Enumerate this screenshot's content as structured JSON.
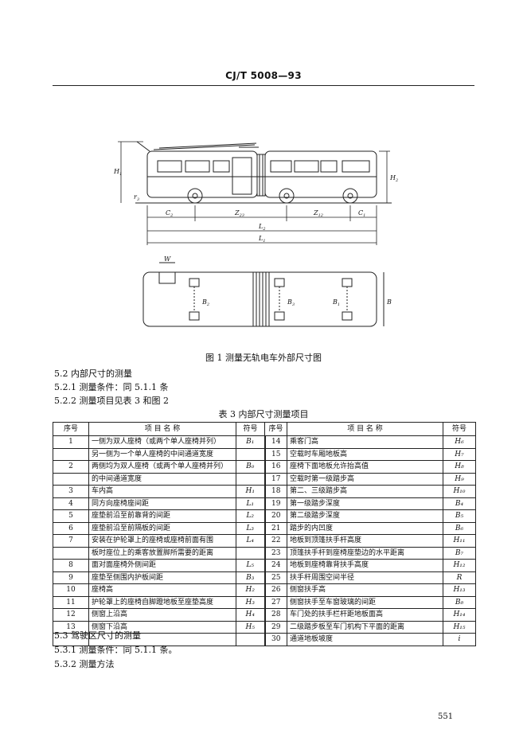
{
  "header": {
    "standard": "CJ/T 5008—93"
  },
  "figure": {
    "caption": "图 1   测量无轨电车外部尺寸图",
    "side_labels": {
      "H1": "H",
      "H1_sub": "1",
      "H2": "H",
      "H2_sub": "2",
      "r3": "r",
      "r3_sub": "3",
      "C2": "C",
      "C2_sub": "2",
      "Z23": "Z",
      "Z23_sub": "23",
      "Z12": "Z",
      "Z12_sub": "12",
      "C1": "C",
      "C1_sub": "1",
      "L2": "L",
      "L2_sub": "2",
      "L1": "L",
      "L1_sub": "1"
    },
    "plan_labels": {
      "W": "W",
      "B2": "B",
      "B2_sub": "2",
      "B3": "B",
      "B3_sub": "3",
      "B1": "B",
      "B1_sub": "1",
      "B": "B"
    }
  },
  "sections": {
    "s52": "5.2   内部尺寸的测量",
    "s521": "5.2.1   测量条件：同 5.1.1 条",
    "s522": "5.2.2   测量项目见表 3 和图 2",
    "s53": "5.3   驾驶区尺寸的测量",
    "s531": "5.3.1   测量条件：同 5.1.1 条。",
    "s532": "5.3.2   测量方法"
  },
  "table": {
    "caption": "表 3   内部尺寸测量项目",
    "headers": {
      "no": "序号",
      "name": "项 目 名 称",
      "sym": "符号"
    },
    "left": [
      {
        "no": "1",
        "name": "一侧为双人座椅（或两个单人座椅并列）",
        "sym": "B₁"
      },
      {
        "no": "",
        "name": "另一侧为一个单人座椅的中间通道宽度",
        "sym": ""
      },
      {
        "no": "2",
        "name": "两侧均为双人座椅（或两个单人座椅并列）",
        "sym": "B₀"
      },
      {
        "no": "",
        "name": "的中间通道宽度",
        "sym": ""
      },
      {
        "no": "3",
        "name": "车内高",
        "sym": "H₁"
      },
      {
        "no": "4",
        "name": "同方向座椅座间距",
        "sym": "L₁"
      },
      {
        "no": "5",
        "name": "座垫前沿至前靠背的间距",
        "sym": "L₂"
      },
      {
        "no": "6",
        "name": "座垫前沿至前隔板的间距",
        "sym": "L₃"
      },
      {
        "no": "7",
        "name": "安装在护轮罩上的座椅或座椅前面有围",
        "sym": "L₄"
      },
      {
        "no": "",
        "name": "板时座位上的乘客放置脚所需要的距离",
        "sym": ""
      },
      {
        "no": "8",
        "name": "面对面座椅外侧间距",
        "sym": "L₅"
      },
      {
        "no": "9",
        "name": "座垫至侧围内护板间距",
        "sym": "B₃"
      },
      {
        "no": "10",
        "name": "座椅高",
        "sym": "H₂"
      },
      {
        "no": "11",
        "name": "护轮罩上的座椅自脚蹬地板至座垫高度",
        "sym": "H₃"
      },
      {
        "no": "12",
        "name": "侧窗上沿高",
        "sym": "H₄"
      },
      {
        "no": "13",
        "name": "侧窗下沿高",
        "sym": "H₅"
      }
    ],
    "right": [
      {
        "no": "14",
        "name": "乘客门高",
        "sym": "H₆"
      },
      {
        "no": "15",
        "name": "空载时车厢地板高",
        "sym": "H₇"
      },
      {
        "no": "16",
        "name": "座椅下面地板允许抬高值",
        "sym": "H₈"
      },
      {
        "no": "17",
        "name": "空载时第一级踏步高",
        "sym": "H₉"
      },
      {
        "no": "18",
        "name": "第二、三级踏步高",
        "sym": "H₁₀"
      },
      {
        "no": "19",
        "name": "第一级踏步深度",
        "sym": "B₄"
      },
      {
        "no": "20",
        "name": "第二级踏步深度",
        "sym": "B₅"
      },
      {
        "no": "21",
        "name": "踏步的内凹度",
        "sym": "B₆"
      },
      {
        "no": "22",
        "name": "地板到顶篷扶手杆高度",
        "sym": "H₁₁"
      },
      {
        "no": "23",
        "name": "顶篷扶手杆到座椅座垫边的水平距离",
        "sym": "B₇"
      },
      {
        "no": "24",
        "name": "地板到座椅靠背扶手高度",
        "sym": "H₁₂"
      },
      {
        "no": "25",
        "name": "扶手杆周围空间半径",
        "sym": "R"
      },
      {
        "no": "26",
        "name": "侧窗扶手高",
        "sym": "H₁₃"
      },
      {
        "no": "27",
        "name": "侧窗扶手至车窗玻璃的间距",
        "sym": "B₈"
      },
      {
        "no": "28",
        "name": "车门处的扶手栏杆距地板面高",
        "sym": "H₁₄"
      },
      {
        "no": "29",
        "name": "二级踏步板至车门机构下平面的距离",
        "sym": "H₁₅"
      },
      {
        "no": "30",
        "name": "通道地板坡度",
        "sym": "i"
      }
    ]
  },
  "page_number": "551"
}
